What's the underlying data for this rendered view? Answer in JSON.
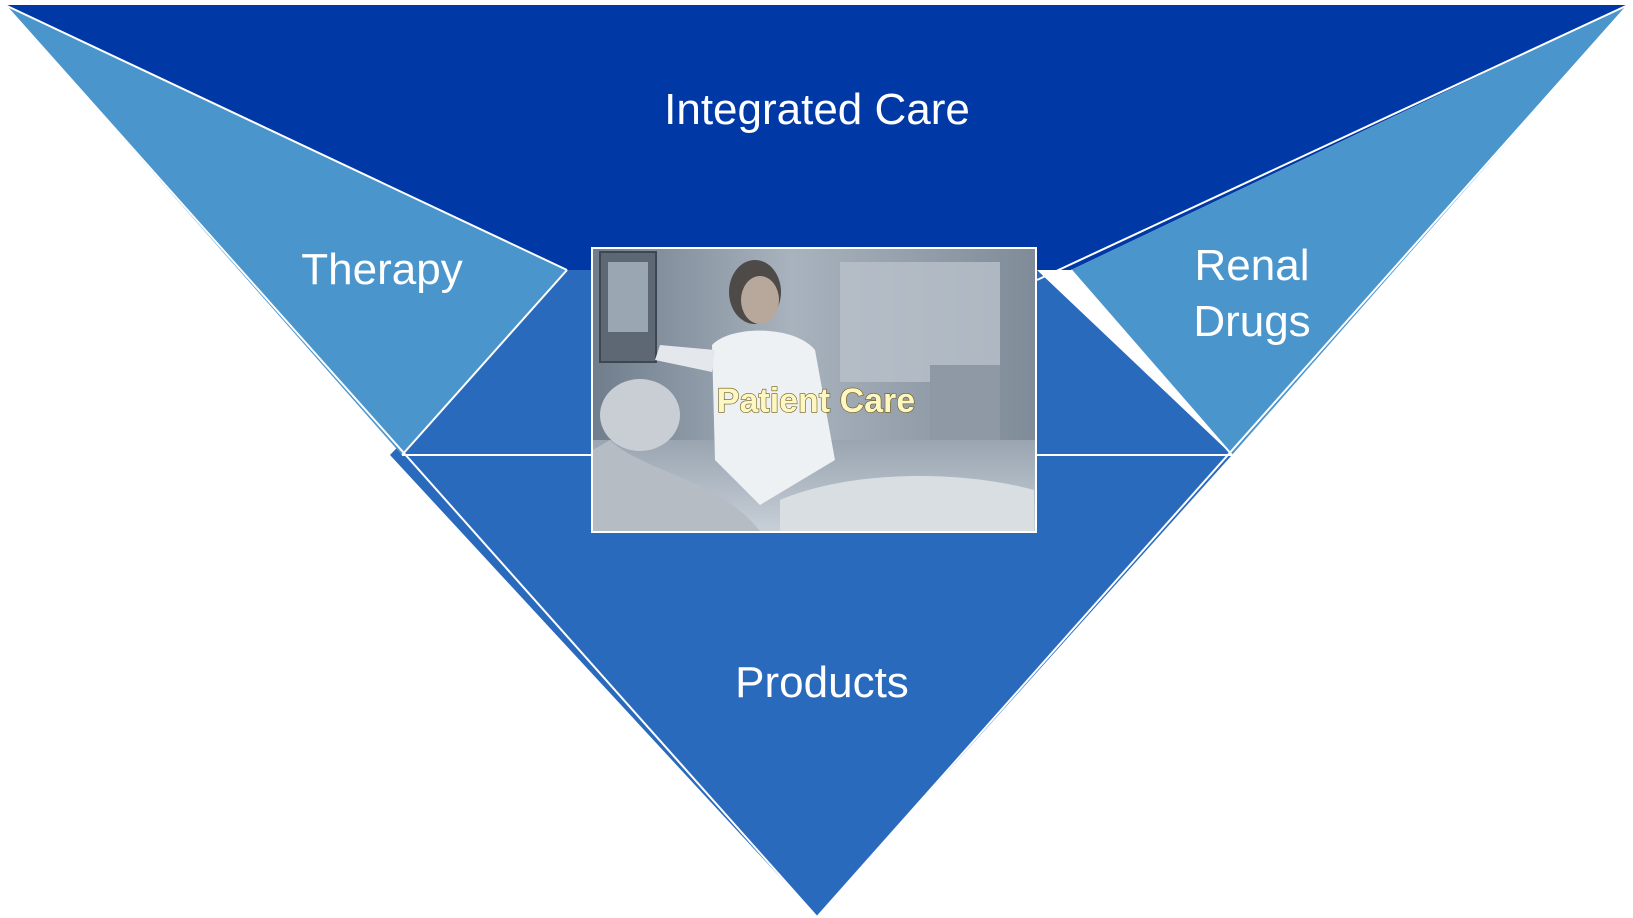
{
  "segments": {
    "top_label": "Integrated Care",
    "left_label": "Therapy",
    "right_label_line1": "Renal",
    "right_label_line2": "Drugs",
    "bottom_label": "Products"
  },
  "center": {
    "label": "Patient Care"
  },
  "colors": {
    "top": "#0039a6",
    "sides": "#4b95cd",
    "bottom": "#2a6abc",
    "background": "#ffffff"
  }
}
